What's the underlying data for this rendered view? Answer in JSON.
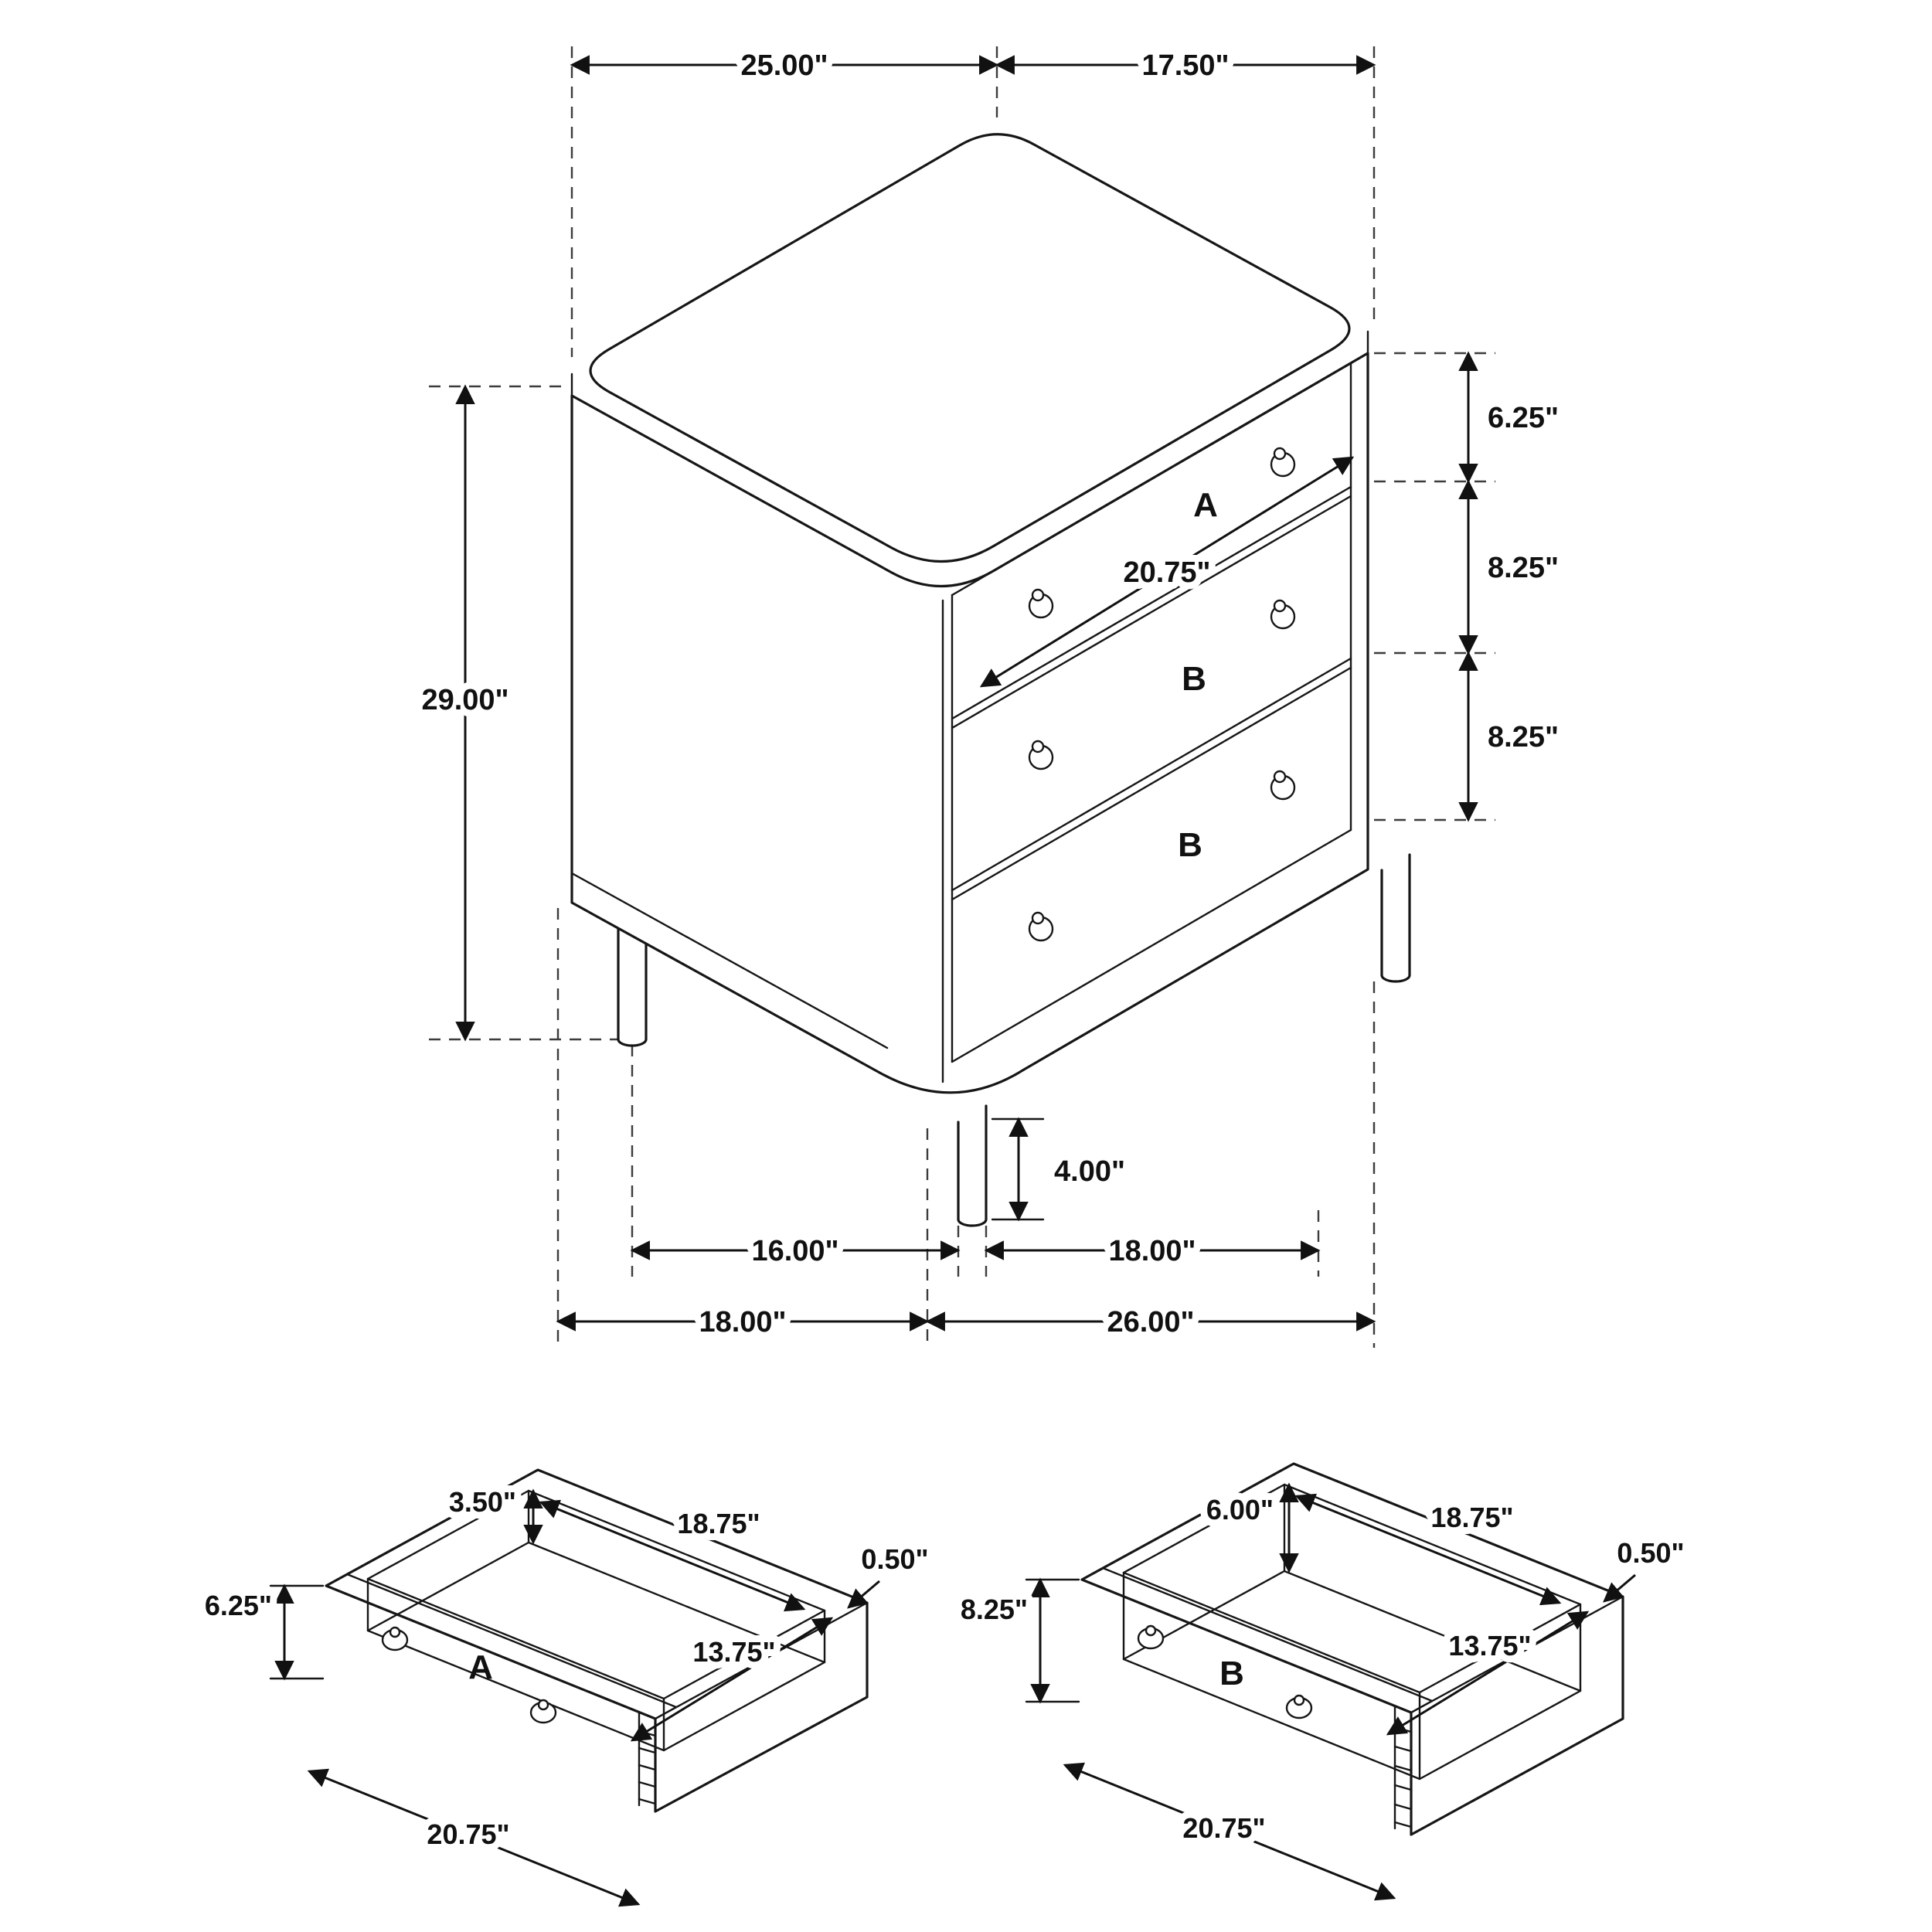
{
  "colors": {
    "line": "#161616",
    "drawer_label": "#c1121f",
    "background": "#ffffff"
  },
  "main_view": {
    "dims": {
      "top_width": "25.00\"",
      "top_depth": "17.50\"",
      "height": "29.00\"",
      "drawer1_height": "6.25\"",
      "drawer2_height": "8.25\"",
      "drawer3_height": "8.25\"",
      "drawer_face_width": "20.75\"",
      "leg_height": "4.00\"",
      "leg_span_side": "16.00\"",
      "leg_span_front": "18.00\"",
      "base_side": "18.00\"",
      "base_front": "26.00\""
    },
    "drawer_labels": {
      "top": "A",
      "middle": "B",
      "bottom": "B"
    }
  },
  "drawer_a_view": {
    "label": "A",
    "dims": {
      "inner_height": "3.50\"",
      "front_height": "6.25\"",
      "inner_width": "18.75\"",
      "wall_thickness": "0.50\"",
      "inner_depth": "13.75\"",
      "front_width": "20.75\""
    }
  },
  "drawer_b_view": {
    "label": "B",
    "dims": {
      "inner_height": "6.00\"",
      "front_height": "8.25\"",
      "inner_width": "18.75\"",
      "wall_thickness": "0.50\"",
      "inner_depth": "13.75\"",
      "front_width": "20.75\""
    }
  }
}
